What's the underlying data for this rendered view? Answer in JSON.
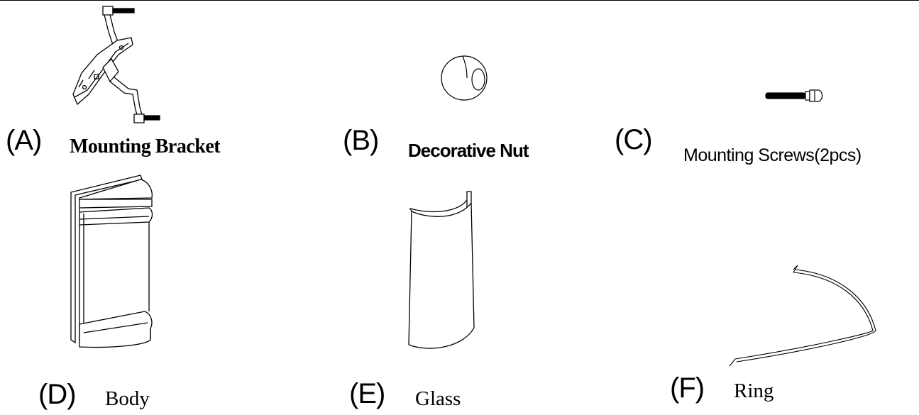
{
  "parts": [
    {
      "letter": "(A)",
      "name": "Mounting Bracket",
      "icon": "mounting-bracket-icon"
    },
    {
      "letter": "(B)",
      "name": "Decorative Nut",
      "icon": "decorative-nut-icon"
    },
    {
      "letter": "(C)",
      "name": "Mounting Screws(2pcs)",
      "icon": "screw-icon"
    },
    {
      "letter": "(D)",
      "name": "Body",
      "icon": "lamp-body-icon"
    },
    {
      "letter": "(E)",
      "name": "Glass",
      "icon": "glass-shade-icon"
    },
    {
      "letter": "(F)",
      "name": "Ring",
      "icon": "wire-ring-icon"
    }
  ]
}
